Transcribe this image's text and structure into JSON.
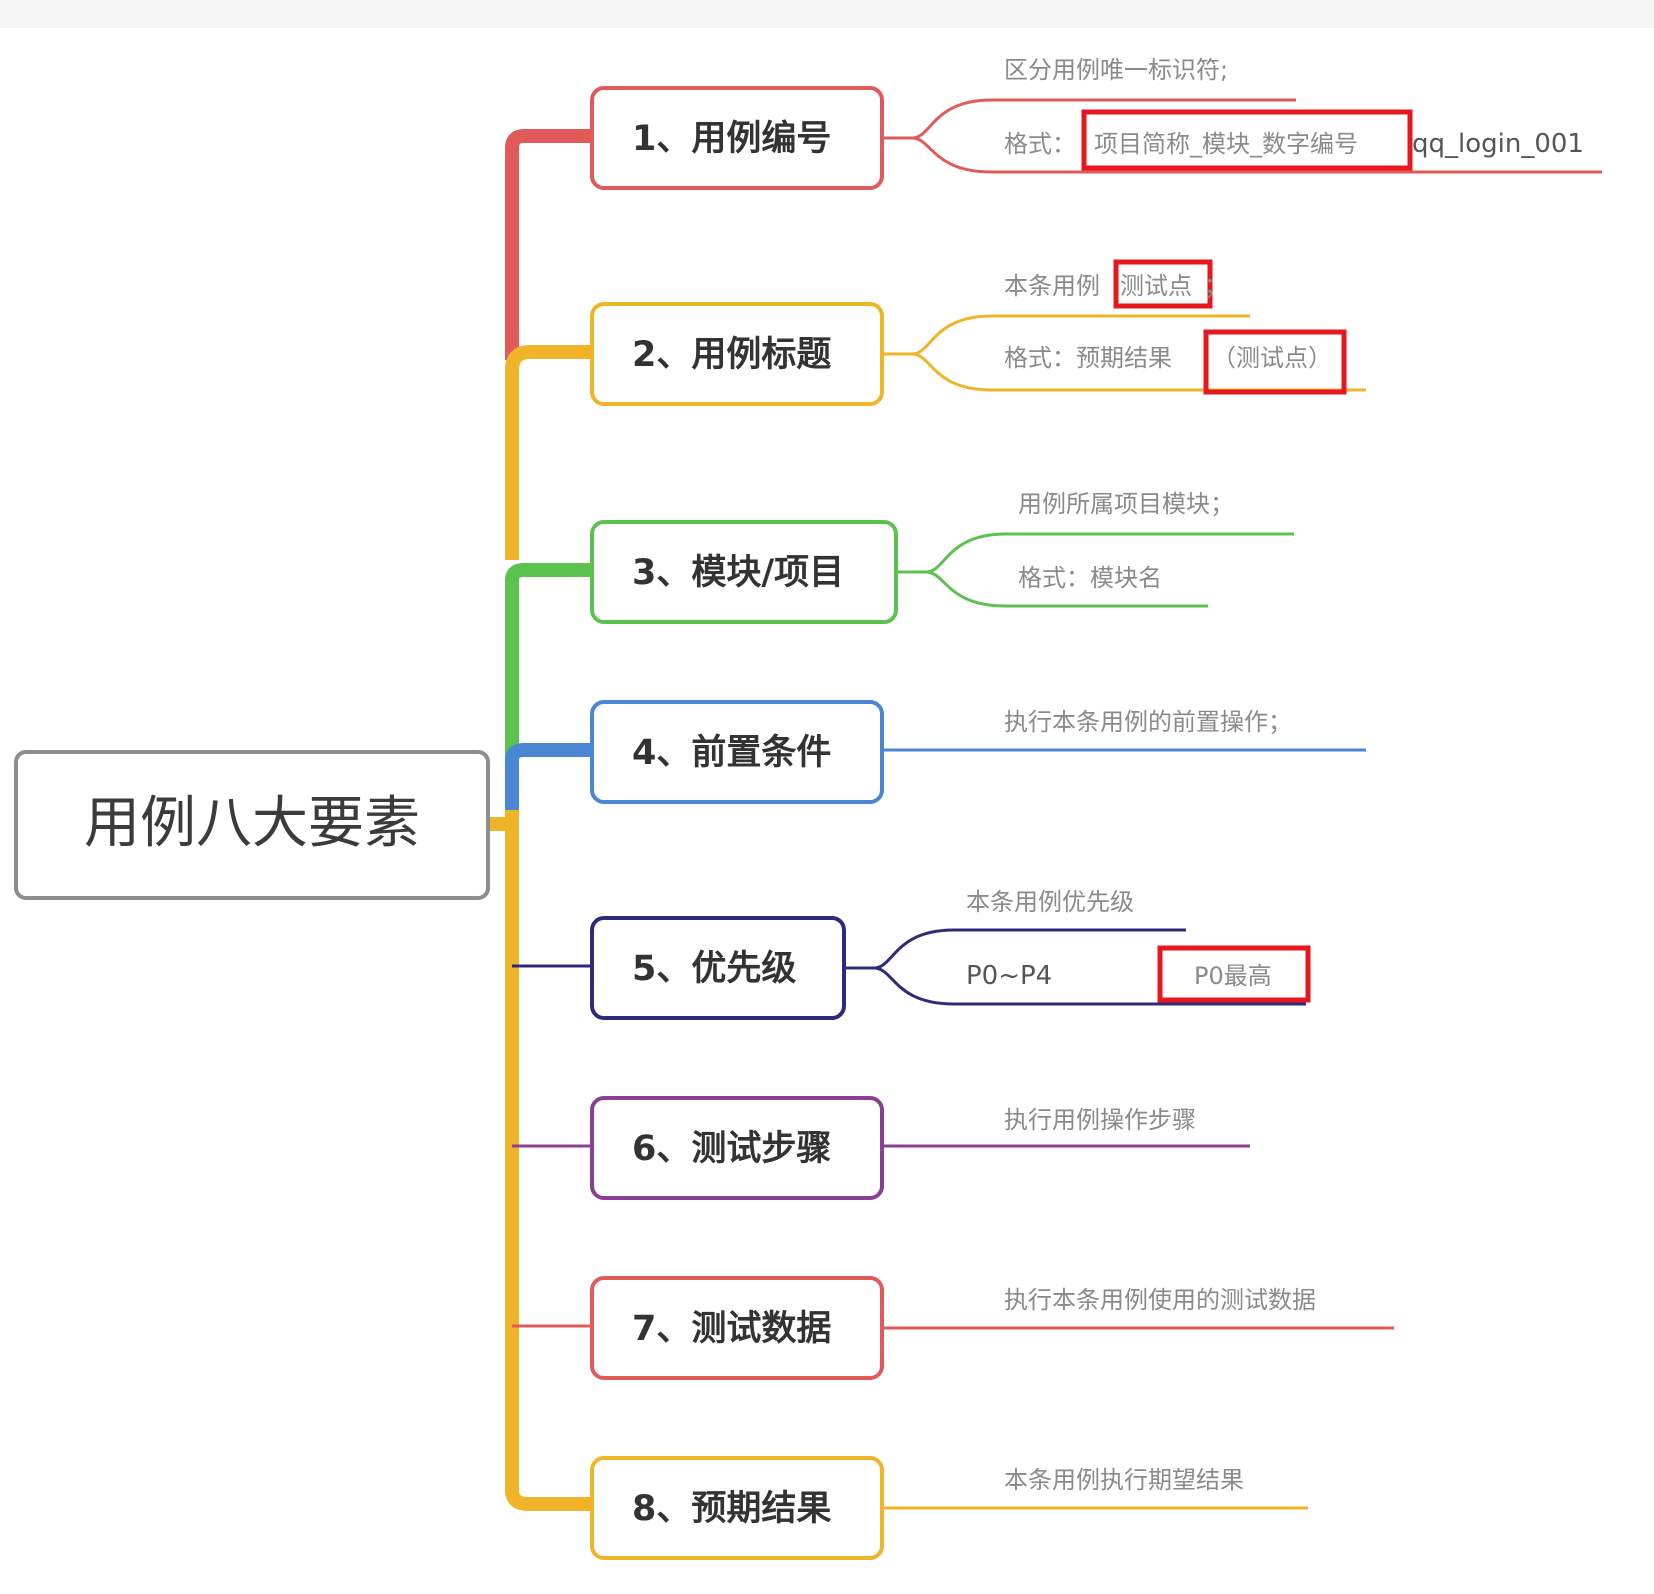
{
  "root": {
    "label": "用例八大要素",
    "color": "#8e8e8e"
  },
  "spine_color": "#f0b429",
  "branches": [
    {
      "label": "1、用例编号",
      "color": "#e05a5a",
      "leaves": [
        {
          "text": "区分用例唯一标识符;"
        },
        {
          "text": "格式：",
          "highlight": "项目简称_模块_数字编号",
          "extra": "qq_login_001"
        }
      ]
    },
    {
      "label": "2、用例标题",
      "color": "#f0b429",
      "leaves": [
        {
          "text": "本条用例",
          "highlight": "测试点",
          "suffix": "；"
        },
        {
          "text": "格式：预期结果",
          "highlight": "（测试点）"
        }
      ]
    },
    {
      "label": "3、模块/项目",
      "color": "#5cc24e",
      "leaves": [
        {
          "text": "用例所属项目模块；"
        },
        {
          "text": "格式：模块名"
        }
      ]
    },
    {
      "label": "4、前置条件",
      "color": "#4a86d4",
      "leaves": [
        {
          "text": "执行本条用例的前置操作；"
        }
      ]
    },
    {
      "label": "5、优先级",
      "color": "#2e2c7a",
      "leaves": [
        {
          "text": "本条用例优先级"
        },
        {
          "text": "P0~P4",
          "highlight": "P0最高"
        }
      ]
    },
    {
      "label": "6、测试步骤",
      "color": "#8a3f95",
      "leaves": [
        {
          "text": "执行用例操作步骤"
        }
      ]
    },
    {
      "label": "7、测试数据",
      "color": "#e05a5a",
      "leaves": [
        {
          "text": "执行本条用例使用的测试数据"
        }
      ]
    },
    {
      "label": "8、预期结果",
      "color": "#f0b429",
      "leaves": [
        {
          "text": "本条用例执行期望结果"
        }
      ]
    }
  ],
  "highlight_box_color": "#e8161e"
}
